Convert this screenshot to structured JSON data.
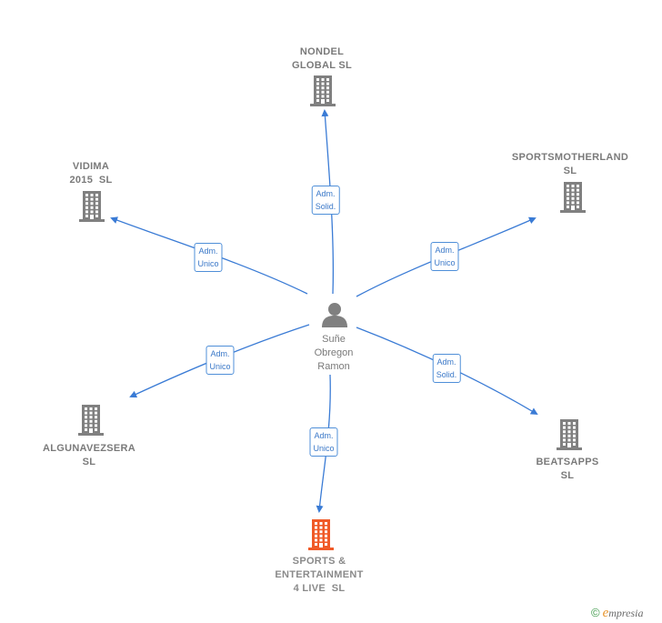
{
  "center": {
    "name_lines": [
      "Suñe",
      "Obregon",
      "Ramon"
    ]
  },
  "companies": [
    {
      "id": "nondel",
      "lines": [
        "NONDEL",
        "GLOBAL SL"
      ],
      "highlight": false
    },
    {
      "id": "sportsmotherland",
      "lines": [
        "SPORTSMOTHERLAND",
        "SL"
      ],
      "highlight": false
    },
    {
      "id": "vidima",
      "lines": [
        "VIDIMA",
        "2015  SL"
      ],
      "highlight": false
    },
    {
      "id": "algunavezsera",
      "lines": [
        "ALGUNAVEZSERA",
        "SL"
      ],
      "highlight": false
    },
    {
      "id": "beatsapps",
      "lines": [
        "BEATSAPPS",
        "SL"
      ],
      "highlight": false
    },
    {
      "id": "sports-entertainment",
      "lines": [
        "SPORTS &",
        "ENTERTAINMENT",
        "4 LIVE  SL"
      ],
      "highlight": true
    }
  ],
  "edges": [
    {
      "to": "nondel",
      "tag_lines": [
        "Adm.",
        "Solid."
      ]
    },
    {
      "to": "sportsmotherland",
      "tag_lines": [
        "Adm.",
        "Unico"
      ]
    },
    {
      "to": "vidima",
      "tag_lines": [
        "Adm.",
        "Unico"
      ]
    },
    {
      "to": "algunavezsera",
      "tag_lines": [
        "Adm.",
        "Unico"
      ]
    },
    {
      "to": "beatsapps",
      "tag_lines": [
        "Adm.",
        "Solid."
      ]
    },
    {
      "to": "sports-entertainment",
      "tag_lines": [
        "Adm.",
        "Unico"
      ]
    }
  ],
  "colors": {
    "edge": "#3a7bd5",
    "building": "#808080",
    "building_highlight": "#f05a28",
    "person": "#808080"
  },
  "footer": {
    "symbol": "©",
    "brand_initial": "e",
    "brand_rest": "mpresia"
  }
}
